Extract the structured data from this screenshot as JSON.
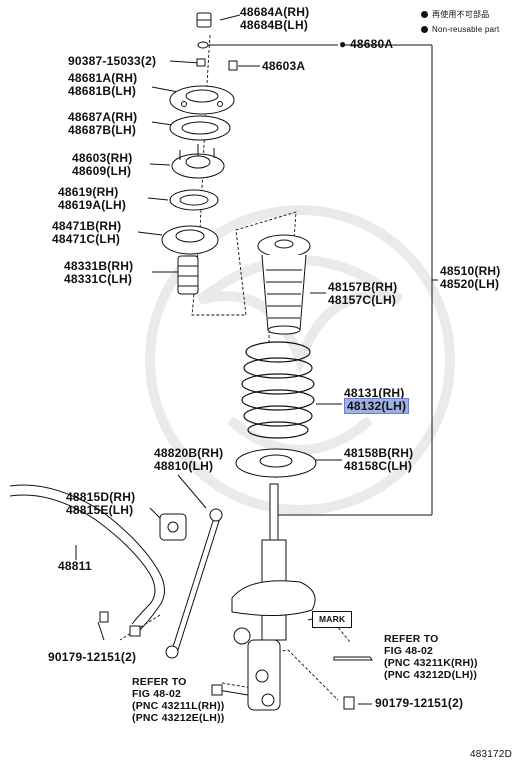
{
  "legend": {
    "jp": "再使用不可部品",
    "en": "Non-reusable part"
  },
  "parts": {
    "p48684": [
      "48684A(RH)",
      "48684B(LH)"
    ],
    "p48680A": "48680A",
    "p90387": "90387-15033(2)",
    "p48603A": "48603A",
    "p48681": [
      "48681A(RH)",
      "48681B(LH)"
    ],
    "p48687": [
      "48687A(RH)",
      "48687B(LH)"
    ],
    "p48603": [
      "48603(RH)",
      "48609(LH)"
    ],
    "p48619": [
      "48619(RH)",
      "48619A(LH)"
    ],
    "p48471": [
      "48471B(RH)",
      "48471C(LH)"
    ],
    "p48331": [
      "48331B(RH)",
      "48331C(LH)"
    ],
    "p48157": [
      "48157B(RH)",
      "48157C(LH)"
    ],
    "p48510": [
      "48510(RH)",
      "48520(LH)"
    ],
    "p48131": [
      "48131(RH)",
      "48132(LH)"
    ],
    "p48820": [
      "48820B(RH)",
      "48810(LH)"
    ],
    "p48158": [
      "48158B(RH)",
      "48158C(LH)"
    ],
    "p48815": [
      "48815D(RH)",
      "48815E(LH)"
    ],
    "p48811": "48811",
    "p90179a": "90179-12151(2)",
    "p90179b": "90179-12151(2)",
    "mark": "MARK"
  },
  "refs": {
    "right": [
      "REFER TO",
      "FIG 48-02",
      "(PNC 43211K(RH))",
      "(PNC 43212D(LH))"
    ],
    "left": [
      "REFER TO",
      "FIG 48-02",
      "(PNC 43211L(RH))",
      "(PNC 43212E(LH))"
    ]
  },
  "figure_code": "483172D"
}
